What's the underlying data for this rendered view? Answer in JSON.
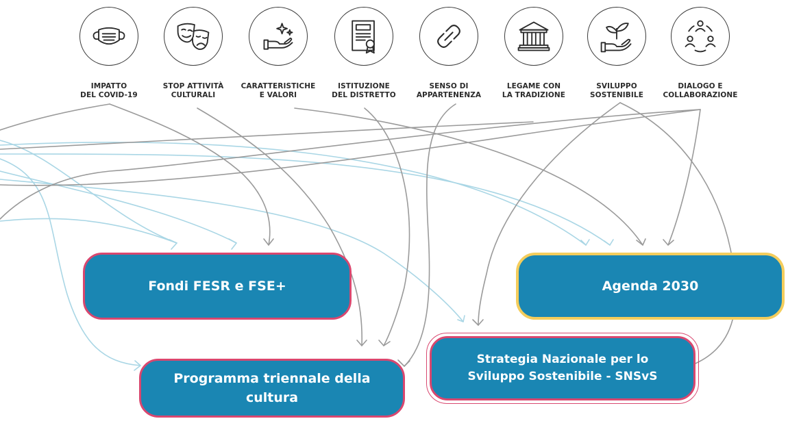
{
  "themes": [
    {
      "id": "covid",
      "icon": "mask-icon",
      "lines": [
        "IMPATTO",
        "DEL COVID-19"
      ]
    },
    {
      "id": "stop",
      "icon": "theatre-masks-icon",
      "lines": [
        "STOP ATTIVITÀ",
        "CULTURALI"
      ]
    },
    {
      "id": "car",
      "icon": "hand-sparkles-icon",
      "lines": [
        "CARATTERISTICHE",
        "E VALORI"
      ]
    },
    {
      "id": "ist",
      "icon": "certificate-icon",
      "lines": [
        "ISTITUZIONE",
        "DEL DISTRETTO"
      ]
    },
    {
      "id": "senso",
      "icon": "chain-link-icon",
      "lines": [
        "SENSO DI",
        "APPARTENENZA"
      ]
    },
    {
      "id": "legame",
      "icon": "classical-building-icon",
      "lines": [
        "LEGAME CON",
        "LA TRADIZIONE"
      ]
    },
    {
      "id": "svil",
      "icon": "hand-plant-icon",
      "lines": [
        "SVILUPPO",
        "SOSTENIBILE"
      ]
    },
    {
      "id": "dialogo",
      "icon": "people-cycle-icon",
      "lines": [
        "DIALOGO E",
        "COLLABORAZIONE"
      ]
    }
  ],
  "targets": {
    "fesr": {
      "label": "Fondi FESR e FSE+"
    },
    "agenda": {
      "label": "Agenda 2030"
    },
    "programma": {
      "lines": [
        "Programma triennale della",
        "cultura"
      ]
    },
    "snsvs": {
      "lines": [
        "Strategia Nazionale per lo",
        "Sviluppo Sostenibile - SNSvS"
      ]
    }
  },
  "colors": {
    "box_fill": "#1a86b3",
    "border_pink": "#d9476f",
    "border_yellow": "#f4cd5c",
    "line_gray": "#9a9a9a",
    "line_blue": "#a9d6e5"
  }
}
